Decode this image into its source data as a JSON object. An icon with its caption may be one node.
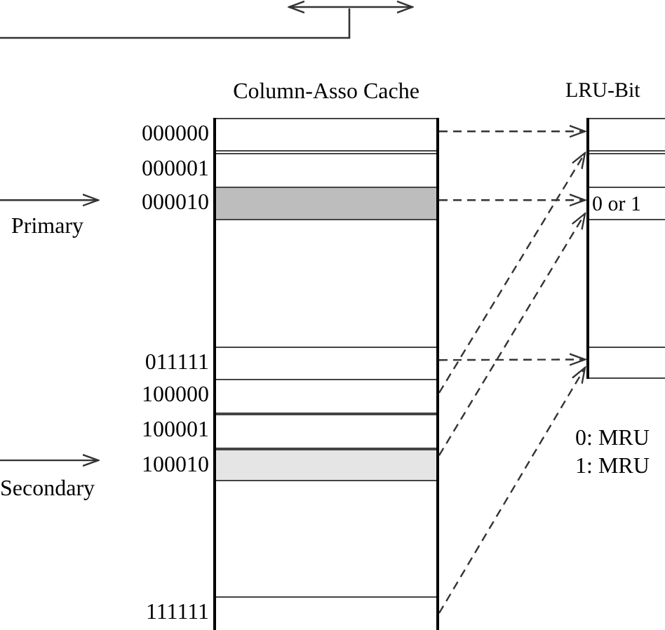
{
  "diagram": {
    "nodes": [
      {
        "text": [
          "Column-Asso Cache"
        ]
      },
      {
        "text": [],
        "shape": "box",
        "in": 0,
        "beside": [
          "000000"
        ]
      },
      {
        "text": [],
        "shape": "box",
        "in": 0,
        "beside": [
          "000001"
        ]
      },
      {
        "text": [],
        "shape": "box",
        "in": 0,
        "beside": [
          "000010"
        ]
      },
      {
        "text": [],
        "shape": "box",
        "in": 0,
        "beside": [
          "011111"
        ]
      },
      {
        "text": [],
        "shape": "box",
        "in": 0,
        "beside": [
          "100000"
        ]
      },
      {
        "text": [],
        "shape": "box",
        "in": 0,
        "beside": [
          "100001"
        ]
      },
      {
        "text": [],
        "shape": "box",
        "in": 0,
        "beside": [
          "100010"
        ]
      },
      {
        "text": [],
        "shape": "box",
        "in": 0,
        "beside": [
          "111111"
        ]
      },
      {
        "text": [
          "LRU-Bit"
        ]
      },
      {
        "text": [],
        "shape": "box",
        "in": 9
      },
      {
        "text": [],
        "shape": "box",
        "in": 9
      },
      {
        "text": [
          "0 or 1"
        ],
        "in": 9
      },
      {
        "text": [],
        "shape": "box",
        "in": 9
      }
    ],
    "edges": [
      {
        "from": null,
        "to": 3,
        "arrow": "to",
        "label": "Primary"
      },
      {
        "from": null,
        "to": 7,
        "arrow": "to",
        "label": "Secondary"
      },
      {
        "from": 1,
        "to": 10,
        "arrow": "to",
        "style": "dashed"
      },
      {
        "from": 3,
        "to": 12,
        "arrow": "to",
        "style": "dashed"
      },
      {
        "from": 4,
        "to": 13,
        "arrow": "to",
        "style": "dashed"
      },
      {
        "from": 5,
        "to": 11,
        "arrow": "to",
        "style": "dashed"
      },
      {
        "from": 7,
        "to": 12,
        "arrow": "to",
        "style": "dashed"
      },
      {
        "from": 8,
        "to": 13,
        "arrow": "to",
        "style": "dashed"
      }
    ],
    "labels": [
      "0: MRU",
      "1: MRU"
    ]
  }
}
